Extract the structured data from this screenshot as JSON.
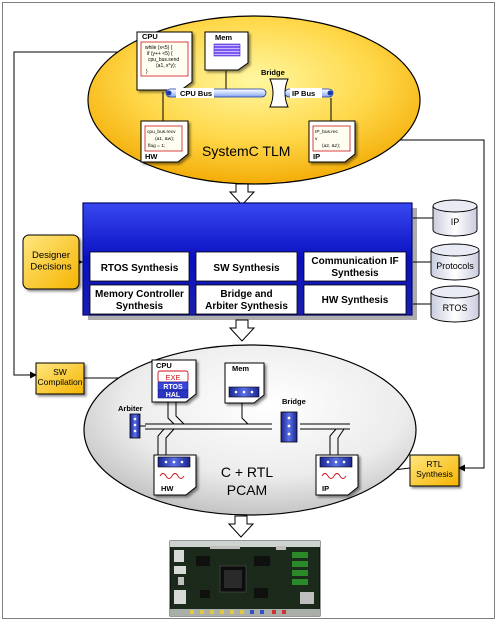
{
  "tlm": {
    "title": "SystemC TLM",
    "cpu": {
      "label": "CPU",
      "code": [
        "while (x<5) {",
        "if (y++ <5) {",
        "cpu_bus.send",
        "(a1, x*y);",
        "}"
      ]
    },
    "mem": {
      "label": "Mem"
    },
    "bridge": {
      "label": "Bridge"
    },
    "cpu_bus": {
      "label": "CPU Bus"
    },
    "ip_bus": {
      "label": "IP Bus"
    },
    "hw": {
      "label": "HW",
      "code": [
        "cpu_bus.recv",
        "(a1, &w);",
        "flag = 1;"
      ]
    },
    "ip": {
      "label": "IP",
      "code": [
        "IP_bus.rec",
        "v",
        "(a2, &z);"
      ]
    }
  },
  "synthesis": {
    "boxes": [
      "RTOS Synthesis",
      "SW Synthesis",
      "Communication IF Synthesis",
      "Memory Controller Synthesis",
      "Bridge and Arbiter Synthesis",
      "HW Synthesis"
    ]
  },
  "databases": [
    "IP",
    "Protocols",
    "RTOS"
  ],
  "designer": {
    "label": "Designer Decisions"
  },
  "sw_compilation": {
    "label": "SW Compilation"
  },
  "rtl_synthesis": {
    "label": "RTL Synthesis"
  },
  "pcam": {
    "title_line1": "C + RTL",
    "title_line2": "PCAM",
    "cpu": {
      "label": "CPU",
      "exe": "EXE",
      "rtos": "RTOS",
      "hal": "HAL"
    },
    "mem": {
      "label": "Mem"
    },
    "arbiter": {
      "label": "Arbiter"
    },
    "bridge": {
      "label": "Bridge"
    },
    "hw": {
      "label": "HW"
    },
    "ip": {
      "label": "IP"
    }
  },
  "colors": {
    "yellow": "#ffd24a",
    "blue": "#1a20c8",
    "ellipse_gray": "#e6e6e6",
    "code_red": "#d0121a"
  }
}
